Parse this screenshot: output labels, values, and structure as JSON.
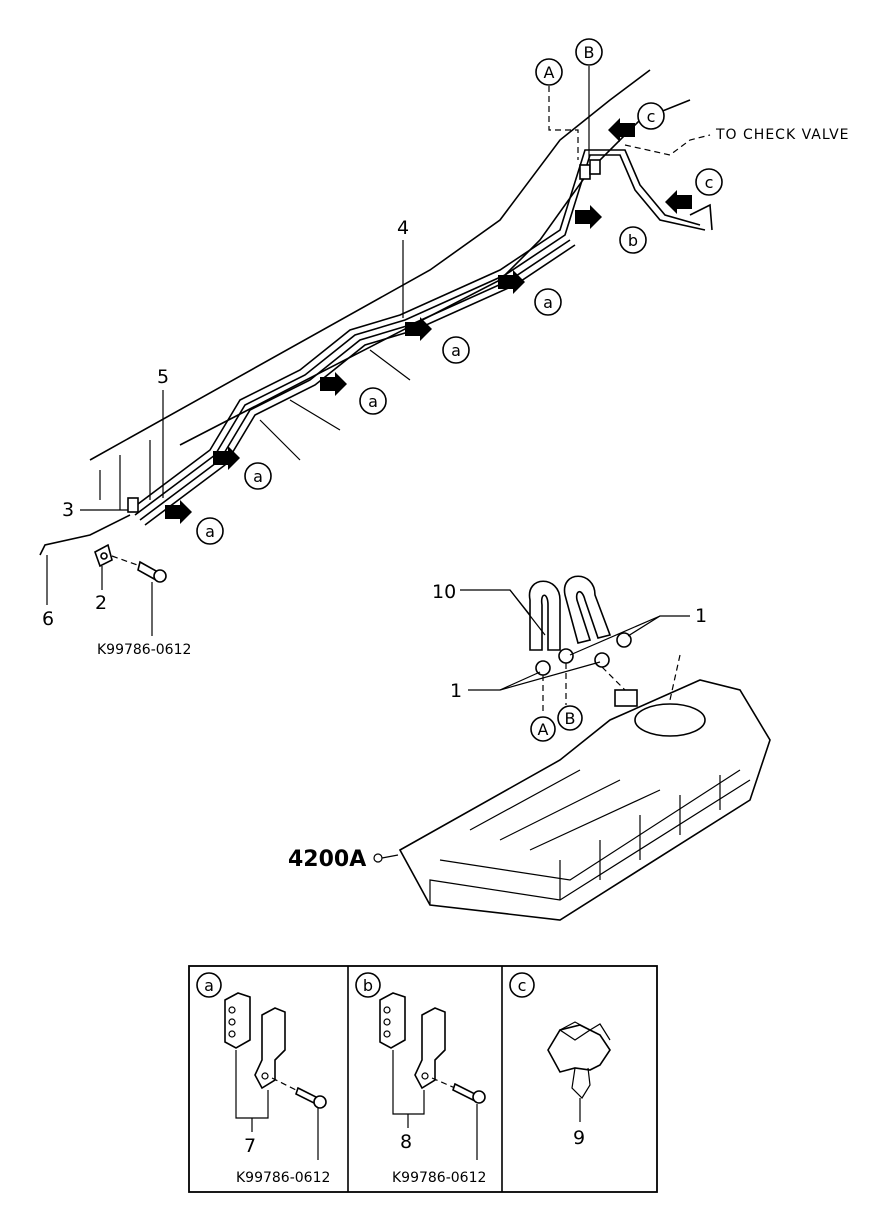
{
  "callouts": {
    "to_check_valve": "TO CHECK VALVE",
    "tank_ref": "4200A"
  },
  "markers": {
    "A": "A",
    "B": "B",
    "a": "a",
    "b": "b",
    "c": "c"
  },
  "part_numbers": {
    "p1": "1",
    "p2": "2",
    "p3": "3",
    "p4": "4",
    "p5": "5",
    "p6": "6",
    "p7": "7",
    "p8": "8",
    "p9": "9",
    "p10": "10"
  },
  "bolt_code": "K99786-0612",
  "detail_panels": [
    {
      "marker": "a",
      "part": "7",
      "bolt": "K99786-0612"
    },
    {
      "marker": "b",
      "part": "8",
      "bolt": "K99786-0612"
    },
    {
      "marker": "c",
      "part": "9"
    }
  ]
}
